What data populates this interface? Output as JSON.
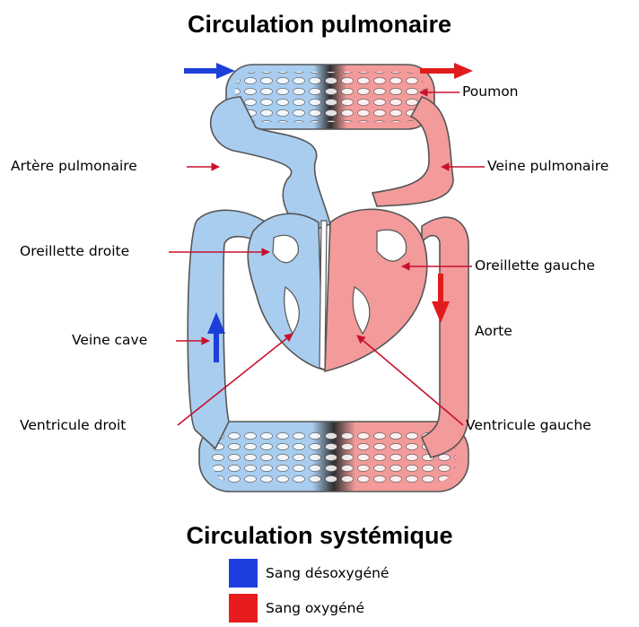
{
  "titles": {
    "top": "Circulation pulmonaire",
    "bottom": "Circulation systémique"
  },
  "labels": {
    "poumon": "Poumon",
    "artere_pulmonaire": "Artère pulmonaire",
    "veine_pulmonaire": "Veine pulmonaire",
    "oreillette_droite": "Oreillette droite",
    "oreillette_gauche": "Oreillette gauche",
    "veine_cave": "Veine cave",
    "aorte": "Aorte",
    "ventricule_droit": "Ventricule droit",
    "ventricule_gauche": "Ventricule gauche"
  },
  "legend": [
    {
      "label": "Sang désoxygéné",
      "color": "#ff0000"
    },
    {
      "label": "Sang oxygéné",
      "color": "#e81c1c"
    }
  ],
  "colors": {
    "deoxygenated_vessel": "#a9cdef",
    "oxygenated_vessel": "#f39a9a",
    "outline": "#555555",
    "arrow_blue": "#1d3fd8",
    "arrow_red": "#e01b1b",
    "pointer": "#c8102e",
    "capillary_dark": "#3a3a3a"
  }
}
